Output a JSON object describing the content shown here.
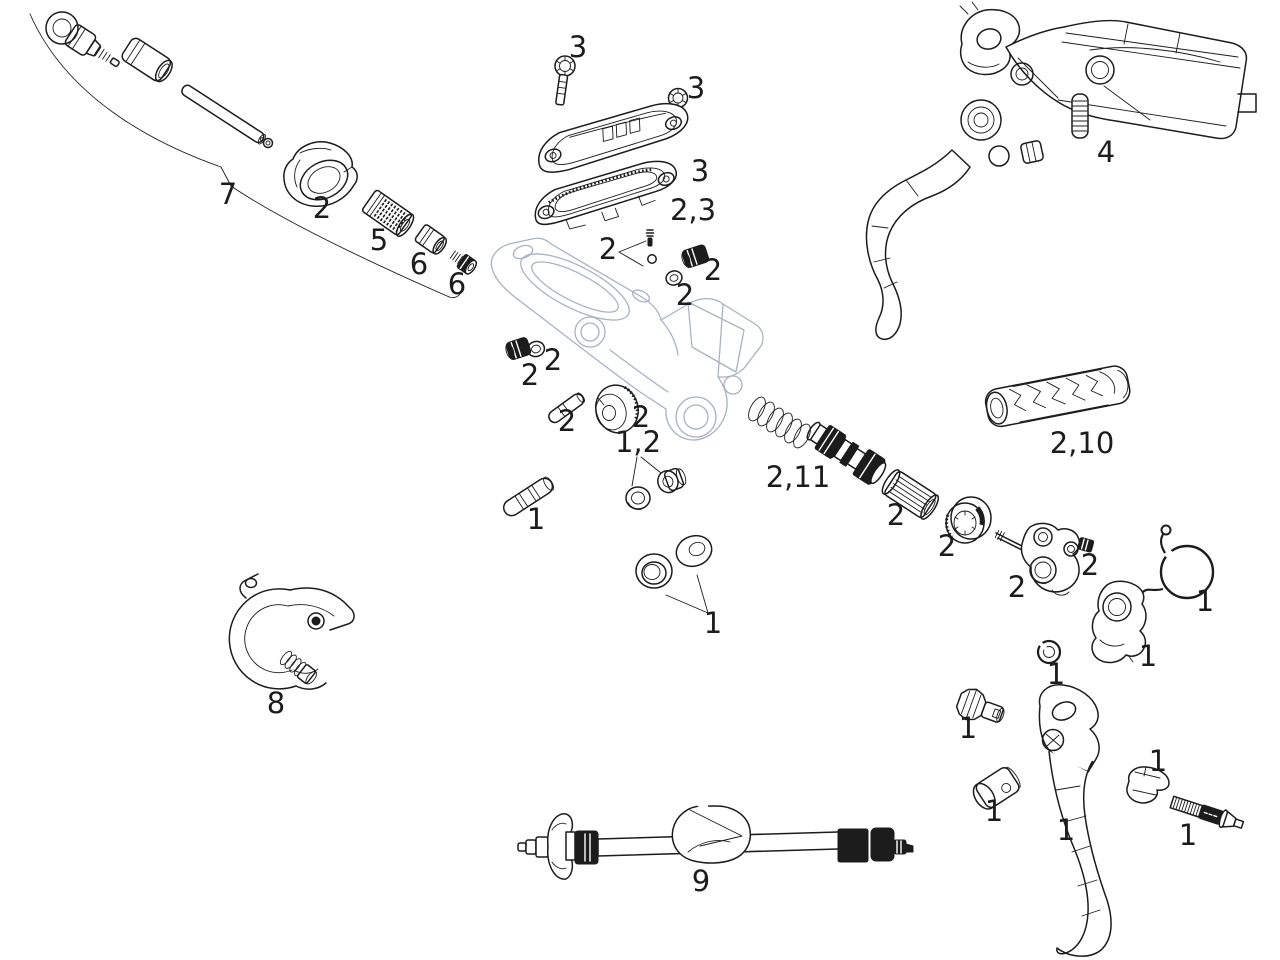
{
  "figure": {
    "kind": "exploded-parts-diagram",
    "background": "#ffffff"
  },
  "colors": {
    "ink": "#1c1c1c",
    "ghost": "#a9b2c0",
    "paper": "#ffffff"
  },
  "callouts": [
    {
      "text": "3"
    },
    {
      "text": "3"
    },
    {
      "text": "3"
    },
    {
      "text": "2,3"
    },
    {
      "text": "2"
    },
    {
      "text": "2"
    },
    {
      "text": "2"
    },
    {
      "text": "7"
    },
    {
      "text": "2"
    },
    {
      "text": "5"
    },
    {
      "text": "6"
    },
    {
      "text": "6"
    },
    {
      "text": "4"
    },
    {
      "text": "2"
    },
    {
      "text": "2"
    },
    {
      "text": "2"
    },
    {
      "text": "2"
    },
    {
      "text": "1,2"
    },
    {
      "text": "1"
    },
    {
      "text": "1"
    },
    {
      "text": "2,11"
    },
    {
      "text": "2"
    },
    {
      "text": "2"
    },
    {
      "text": "2"
    },
    {
      "text": "2"
    },
    {
      "text": "2,10"
    },
    {
      "text": "1"
    },
    {
      "text": "1"
    },
    {
      "text": "1"
    },
    {
      "text": "1"
    },
    {
      "text": "1"
    },
    {
      "text": "1"
    },
    {
      "text": "1"
    },
    {
      "text": "1"
    },
    {
      "text": "8"
    },
    {
      "text": "9"
    }
  ]
}
